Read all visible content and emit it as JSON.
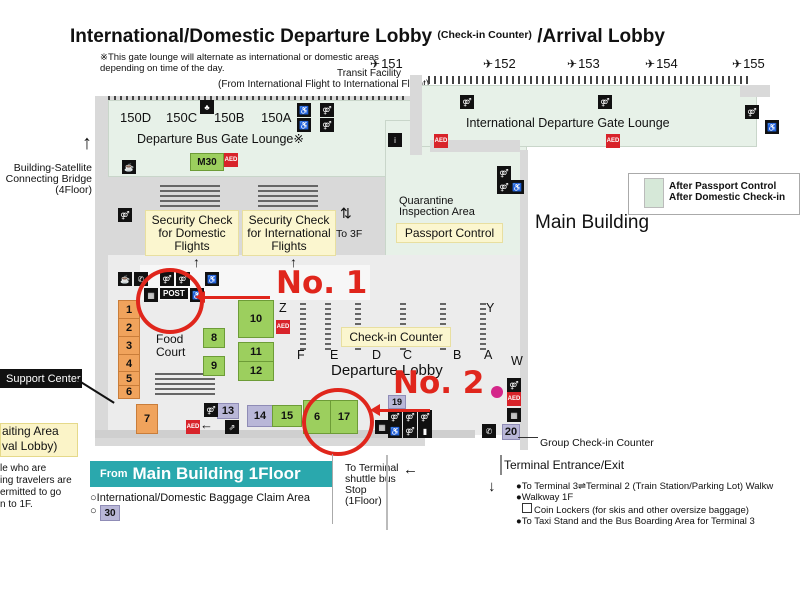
{
  "title": {
    "main": "International/Domestic Departure Lobby",
    "paren": "(Check-in Counter)",
    "tail": "/Arrival Lobby"
  },
  "note": "※This gate lounge will alternate as international or domestic areas depending on time of the day.",
  "transit": {
    "line1": "Transit Facility",
    "line2": "(From International Flight to International Flight)"
  },
  "gates_top": [
    "151",
    "152",
    "153",
    "154",
    "155"
  ],
  "gates_bus": [
    "150D",
    "150C",
    "150B",
    "150A"
  ],
  "departure_bus_lounge": "Departure Bus Gate Lounge※",
  "intl_gate_lounge": "International Departure Gate Lounge",
  "m30": "M30",
  "bridge": {
    "line1": "Building-Satellite",
    "line2": "Connecting Bridge",
    "line3": "(4Floor)"
  },
  "legend": {
    "line1": "After Passport Control",
    "line2": "After Domestic Check-in"
  },
  "sec_dom": {
    "line1": "Security Check",
    "line2": "for Domestic",
    "line3": "Flights"
  },
  "sec_intl": {
    "line1": "Security Check",
    "line2": "for International",
    "line3": "Flights"
  },
  "to3f": "To 3F",
  "quarantine": {
    "line1": "Quarantine",
    "line2": "Inspection Area"
  },
  "passport_control": "Passport Control",
  "main_building": "Main Building",
  "no1": "No. 1",
  "no2": "No. 2",
  "post": "POST",
  "food_court": {
    "line1": "Food",
    "line2": "Court"
  },
  "orange_counters": [
    "1",
    "2",
    "3",
    "4",
    "5",
    "6",
    "7"
  ],
  "green_counters": [
    "10",
    "8",
    "9",
    "11",
    "12",
    "15",
    "6",
    "17"
  ],
  "purple_counters": [
    "13",
    "14",
    "19",
    "20"
  ],
  "checkin_counter": "Check-in Counter",
  "rows": [
    "Z",
    "F",
    "E",
    "D",
    "C",
    "B",
    "A",
    "Y",
    "W"
  ],
  "departure_lobby": "Departure Lobby",
  "support_center": "Support Center",
  "waiting_area": {
    "line1": "aiting Area",
    "line2": "val Lobby)"
  },
  "left_text": {
    "line1": "le who are",
    "line2": "ing travelers are",
    "line3": "ermitted to go",
    "line4": "n to 1F."
  },
  "banner": {
    "from": "From",
    "text": "Main Building 1Floor"
  },
  "baggage": "○International/Domestic Baggage Claim Area",
  "baggage_num": "30",
  "to_terminal": {
    "line1": "To Terminal",
    "line2": "shuttle bus",
    "line3": "Stop",
    "line4": "(1Floor)"
  },
  "group_checkin": "Group Check-in Counter",
  "terminal_entrance": "Terminal Entrance/Exit",
  "directions": [
    "●To Terminal 3⇌Terminal 2 (Train Station/Parking Lot) Walkw",
    "●Walkway 1F",
    "Coin Lockers (for skis and other oversize baggage)",
    "●To Taxi Stand and the Bus Boarding Area for Terminal 3"
  ],
  "colors": {
    "accent_red": "#e0261c",
    "floor_green": "#e7f1e8",
    "counter_green": "#9ccf5e",
    "counter_orange": "#f0a35c",
    "counter_purple": "#b9b7d8",
    "banner_teal": "#2aa8ad"
  }
}
